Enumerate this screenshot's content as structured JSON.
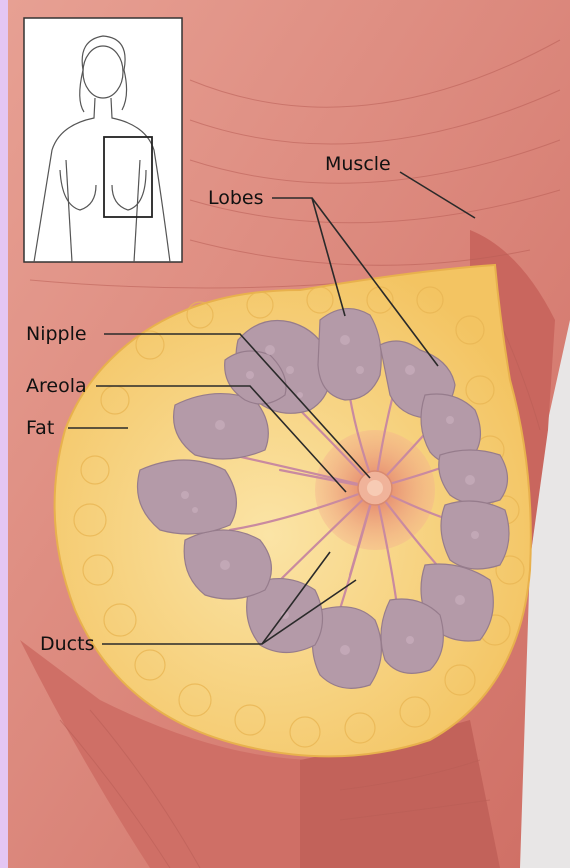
{
  "labels": {
    "muscle": "Muscle",
    "lobes": "Lobes",
    "nipple": "Nipple",
    "areola": "Areola",
    "fat": "Fat",
    "ducts": "Ducts"
  },
  "colors": {
    "frame": "#e4c6f3",
    "background": "#e8e6e6",
    "muscle": "#d97f73",
    "muscle_dark": "#b95e56",
    "fat": "#f6d27a",
    "fat_light": "#fbe4a6",
    "lobe": "#b49aa8",
    "lobe_dark": "#967c8c",
    "areola": "#e8957a",
    "nipple": "#f0b39a",
    "duct": "#c98aa0",
    "inset_background": "#ffffff",
    "leader_line": "#2a2a2a"
  }
}
